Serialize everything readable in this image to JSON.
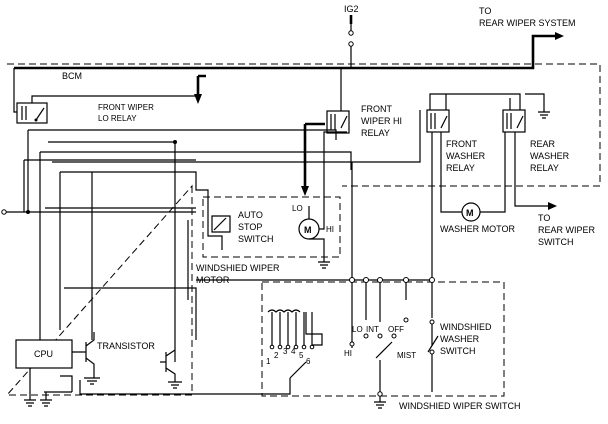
{
  "labels": {
    "ig2": "IG2",
    "to_rear_line1": "TO",
    "to_rear_line2": "REAR WIPER SYSTEM",
    "bcm": "BCM",
    "front_wiper_lo_line1": "FRONT WIPER",
    "front_wiper_lo_line2": "LO RELAY",
    "front_wiper_hi_line1": "FRONT",
    "front_wiper_hi_line2": "WIPER HI",
    "front_wiper_hi_line3": "RELAY",
    "front_washer_line1": "FRONT",
    "front_washer_line2": "WASHER",
    "front_washer_line3": "RELAY",
    "rear_washer_line1": "REAR",
    "rear_washer_line2": "WASHER",
    "rear_washer_line3": "RELAY",
    "auto_stop_line1": "AUTO",
    "auto_stop_line2": "STOP",
    "auto_stop_line3": "SWITCH",
    "lo": "LO",
    "hi": "HI",
    "motor_symbol": "M",
    "washer_motor": "WASHER MOTOR",
    "to_rear_wiper_line1": "TO",
    "to_rear_wiper_line2": "REAR WIPER",
    "to_rear_wiper_line3": "SWITCH",
    "wiper_motor_line1": "WINDSHIED WIPER",
    "wiper_motor_line2": "MOTOR",
    "cpu": "CPU",
    "transistor": "TRANSISTOR",
    "sw_hi": "HI",
    "sw_lo": "LO",
    "sw_int": "INT",
    "sw_off": "OFF",
    "sw_mist": "MIST",
    "int_1": "1",
    "int_2": "2",
    "int_3": "3",
    "int_4": "4",
    "int_5": "5",
    "int_6": "6",
    "washer_switch_line1": "WINDSHIED",
    "washer_switch_line2": "WASHER",
    "washer_switch_line3": "SWITCH",
    "wiper_switch": "WINDSHIED WIPER SWITCH"
  }
}
